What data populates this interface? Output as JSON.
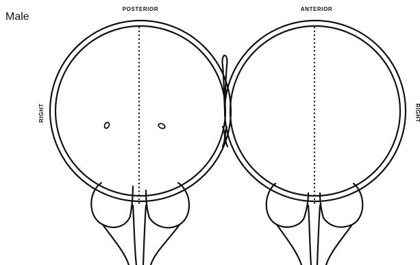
{
  "labels": {
    "sex": "Male",
    "posterior": "POSTERIOR",
    "anterior": "ANTERIOR",
    "right_left_view": "RIGHT",
    "right_right_view": "RIGHT"
  },
  "colors": {
    "ink": "#111111",
    "background": "#ffffff"
  }
}
